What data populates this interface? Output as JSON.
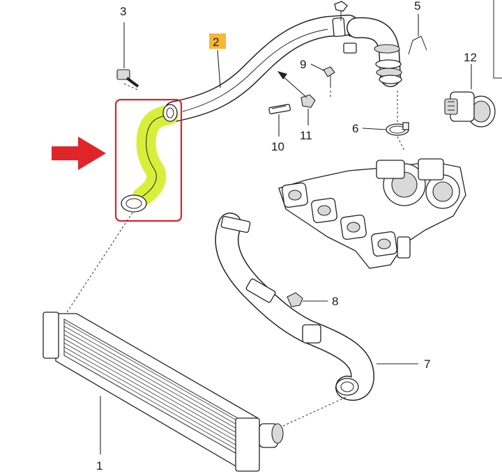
{
  "callouts": {
    "c1": "1",
    "c2": "2",
    "c3": "3",
    "c5": "5",
    "c6": "6",
    "c7": "7",
    "c8": "8",
    "c9": "9",
    "c10": "10",
    "c11": "11",
    "c12": "12"
  },
  "colors": {
    "highlight_hose": "#d8ef3a",
    "highlight_box": "#d9232e",
    "arrow": "#e0252a",
    "label_badge": "#f7b733"
  }
}
